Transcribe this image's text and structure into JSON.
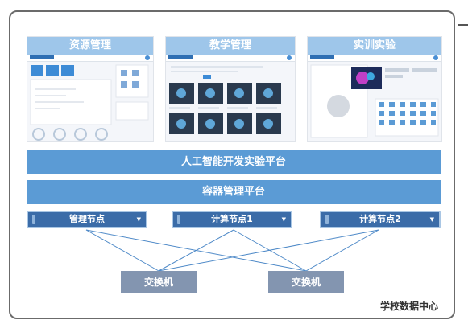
{
  "panels": [
    {
      "title": "资源管理"
    },
    {
      "title": "教学管理"
    },
    {
      "title": "实训实验"
    }
  ],
  "platform_bar": "人工智能开发实验平台",
  "container_bar": "容器管理平台",
  "nodes": [
    {
      "label": "管理节点"
    },
    {
      "label": "计算节点1"
    },
    {
      "label": "计算节点2"
    }
  ],
  "switches": [
    {
      "label": "交换机"
    },
    {
      "label": "交换机"
    }
  ],
  "datacenter_label": "学校数据中心",
  "colors": {
    "bar": "#5b9bd5",
    "node": "#3b6ca8",
    "switch": "#8395b0",
    "panel_header": "#9ec6ea"
  }
}
